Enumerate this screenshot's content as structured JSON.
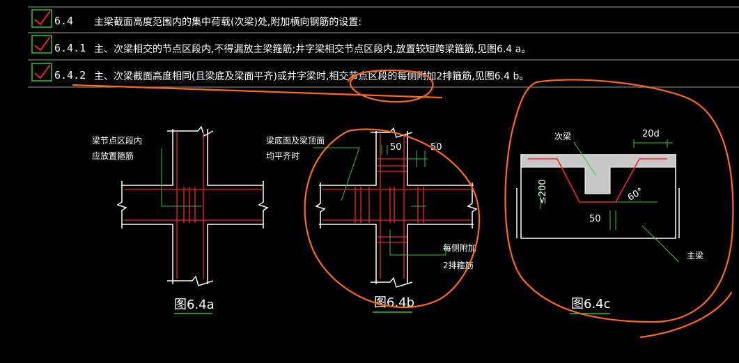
{
  "clauses": [
    {
      "num": "6.4",
      "text": "主梁截面高度范围内的集中荷载(次梁)处,附加横向钢筋的设置:"
    },
    {
      "num": "6.4.1",
      "text": "主、次梁相交的节点区段内,不得漏放主梁箍筋;井字梁相交节点区段内,放置较短跨梁箍筋,见图6.4 a。"
    },
    {
      "num": "6.4.2",
      "text": "主、次梁截面高度相同(且梁底及梁面平齐)或井字梁时,相交节点区段的每侧附加2排箍筋,见图6.4 b。"
    }
  ],
  "figures": {
    "a": {
      "caption": "图6.4a",
      "note_line1": "梁节点区段内",
      "note_line2": "应放置箍筋"
    },
    "b": {
      "caption": "图6.4b",
      "note_line1": "梁底面及梁顶面",
      "note_line2": "均平齐时",
      "dim1": "50",
      "dim2": "50",
      "note2_line1": "每侧附加",
      "note2_line2": "2排箍筋"
    },
    "c": {
      "caption": "图6.4c",
      "label_secondary": "次梁",
      "label_main": "主梁",
      "dim_top": "20d",
      "dim_side": "≤200",
      "angle": "60°",
      "dim_bottom": "50"
    }
  },
  "colors": {
    "background": "#000000",
    "checkbox": "#e8202a",
    "checkbox_border": "#20d020",
    "rebar": "#ff2020",
    "outline": "#ffffff",
    "leader": "#20d020",
    "annotation": "#ff6a10",
    "fill": "#c8c8c8"
  }
}
